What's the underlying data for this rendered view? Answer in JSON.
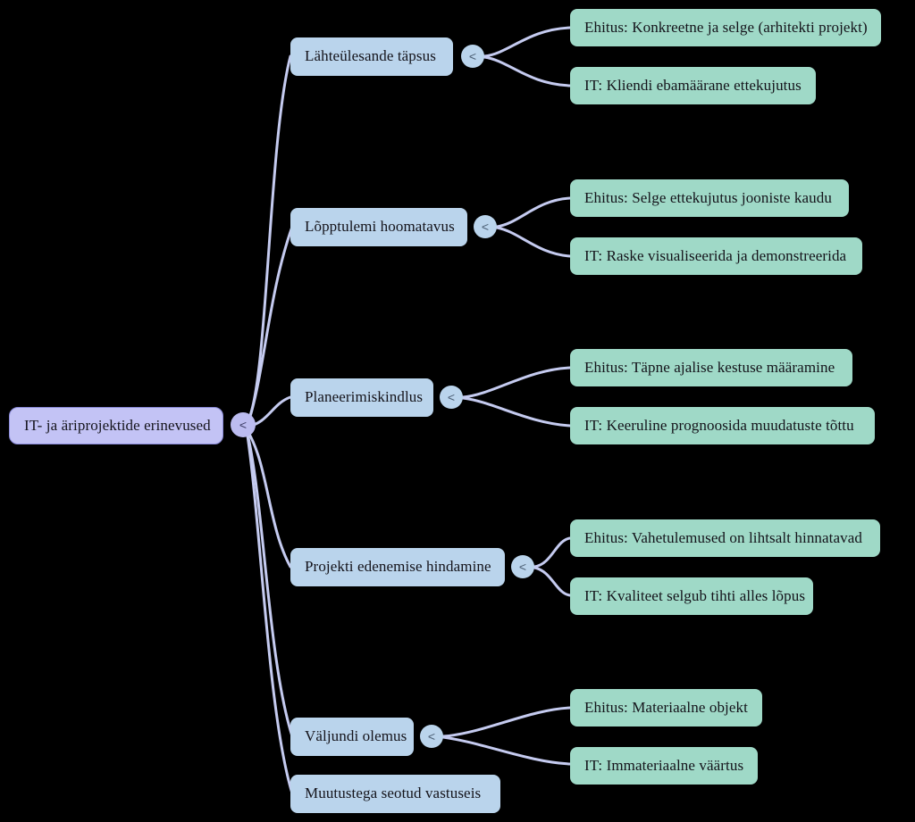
{
  "diagram": {
    "type": "mindmap",
    "title": "IT- ja äriprojektide erinevused",
    "colors": {
      "background": "#000000",
      "root_fill": "#c3c3f5",
      "root_border": "#8a8ad8",
      "branch_fill": "#bad4ec",
      "leaf_fill": "#9fd9c7",
      "edge_stroke": "#c5cbf0",
      "text": "#14131a"
    },
    "root": {
      "label": "IT- ja äriprojektide erinevused",
      "connector_glyph": "<"
    },
    "branches": [
      {
        "label": "Lähteülesande täpsus",
        "connector_glyph": "<",
        "children": [
          {
            "label": "Ehitus: Konkreetne ja selge (arhitekti projekt)"
          },
          {
            "label": "IT: Kliendi ebamäärane ettekujutus"
          }
        ]
      },
      {
        "label": "Lõpptulemi hoomatavus",
        "connector_glyph": "<",
        "children": [
          {
            "label": "Ehitus: Selge ettekujutus jooniste kaudu"
          },
          {
            "label": "IT: Raske visualiseerida ja demonstreerida"
          }
        ]
      },
      {
        "label": "Planeerimiskindlus",
        "connector_glyph": "<",
        "children": [
          {
            "label": "Ehitus: Täpne ajalise kestuse määramine"
          },
          {
            "label": "IT: Keeruline prognoosida muudatuste tõttu"
          }
        ]
      },
      {
        "label": "Projekti edenemise hindamine",
        "connector_glyph": "<",
        "children": [
          {
            "label": "Ehitus: Vahetulemused on lihtsalt hinnatavad"
          },
          {
            "label": "IT: Kvaliteet selgub tihti alles lõpus"
          }
        ]
      },
      {
        "label": "Väljundi olemus",
        "connector_glyph": "<",
        "children": [
          {
            "label": "Ehitus: Materiaalne objekt"
          },
          {
            "label": "IT: Immateriaalne väärtus"
          }
        ]
      },
      {
        "label": "Muutustega seotud vastuseis",
        "connector_glyph": "",
        "children": []
      }
    ]
  }
}
